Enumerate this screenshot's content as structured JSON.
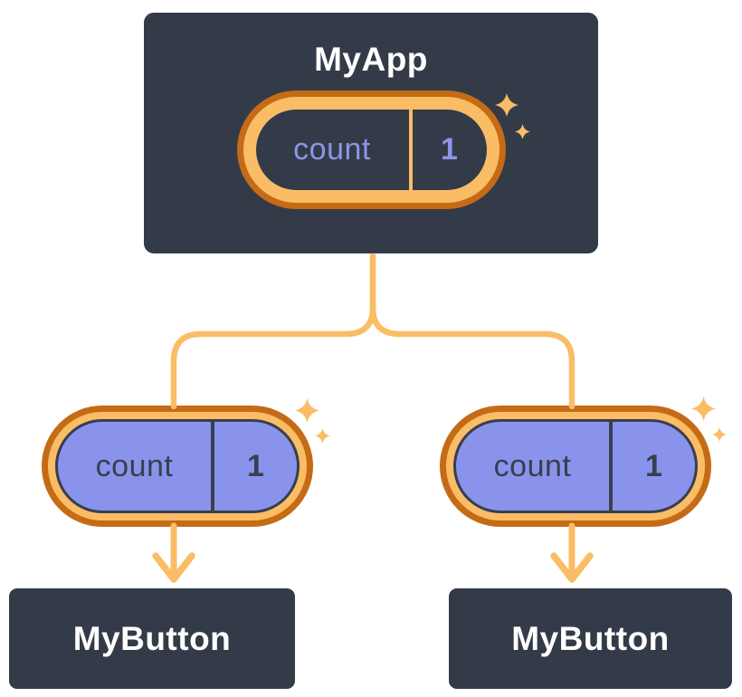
{
  "colors": {
    "background": "#ffffff",
    "slate": "#343B48",
    "orange_dark": "#C56B16",
    "orange_light": "#FABD66",
    "periwinkle": "#8B96E8",
    "purple_fill": "#8A93EC",
    "white": "#ffffff",
    "dark_text": "#383F4D"
  },
  "diagram": {
    "root": {
      "title": "MyApp",
      "state": {
        "label": "count",
        "value": "1"
      }
    },
    "children": [
      {
        "title": "MyButton",
        "state": {
          "label": "count",
          "value": "1"
        }
      },
      {
        "title": "MyButton",
        "state": {
          "label": "count",
          "value": "1"
        }
      }
    ]
  }
}
